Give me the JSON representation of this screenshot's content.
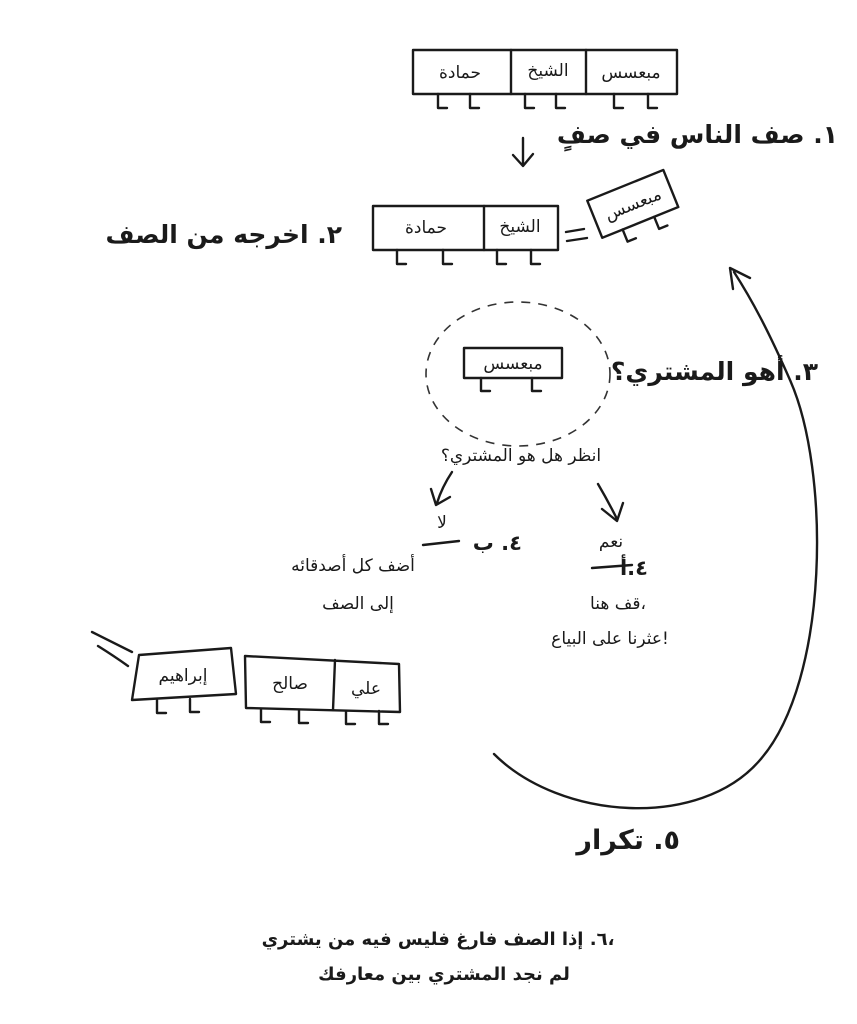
{
  "people": {
    "mubasbis": "مبعسس",
    "sheikh": "الشيخ",
    "hamada": "حمادة",
    "ali": "علي",
    "saleh": "صالح",
    "ibrahim": "إبراهيم"
  },
  "steps": {
    "s1": "١. صف الناس في صفٍ",
    "s2": "٢. اخرجه من الصف",
    "s3": "٣. أهو المشتري؟",
    "check": "انظر هل هو المشتري؟",
    "s4b_label": "٤. ب",
    "s4b_no": "لا",
    "s4b_text_1": "أضف كل أصدقائه",
    "s4b_text_2": "إلى الصف",
    "s4a_label": "٤.أ",
    "s4a_yes": "نعم",
    "s4a_text_1": "قف هنا،",
    "s4a_text_2": "عثرنا على البياع!",
    "s5": "٥. تكرار",
    "s6_line1": "٦. إذا الصف فارغ فليس فيه من يشتري،",
    "s6_line2": "لم نجد المشتري بين معارفك"
  }
}
